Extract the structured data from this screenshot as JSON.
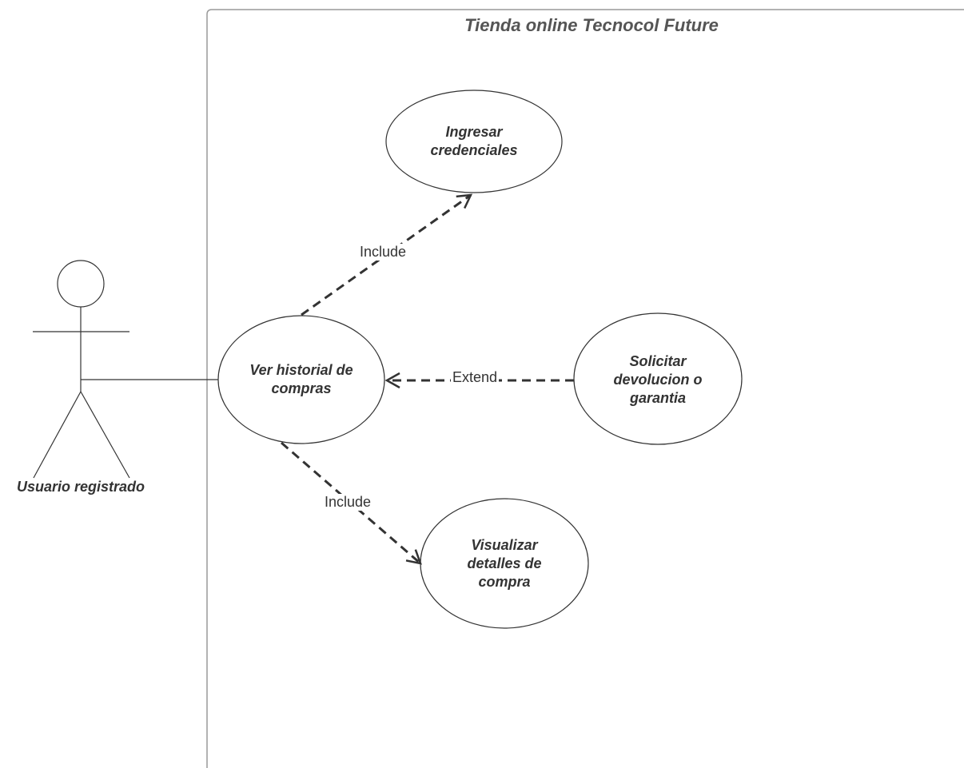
{
  "system": {
    "title": "Tienda online Tecnocol Future"
  },
  "actor": {
    "name": "Usuario registrado"
  },
  "use_cases": {
    "ver_historial": "Ver historial de compras",
    "ingresar_credenciales": "Ingresar credenciales",
    "solicitar_devolucion": "Solicitar devolucion o garantia",
    "visualizar_detalles": "Visualizar detalles de compra"
  },
  "relations": {
    "include_top": "Include",
    "include_bottom": "Include",
    "extend": "Extend"
  },
  "colors": {
    "stroke": "#333333",
    "text": "#333333",
    "boundary": "#999999"
  }
}
